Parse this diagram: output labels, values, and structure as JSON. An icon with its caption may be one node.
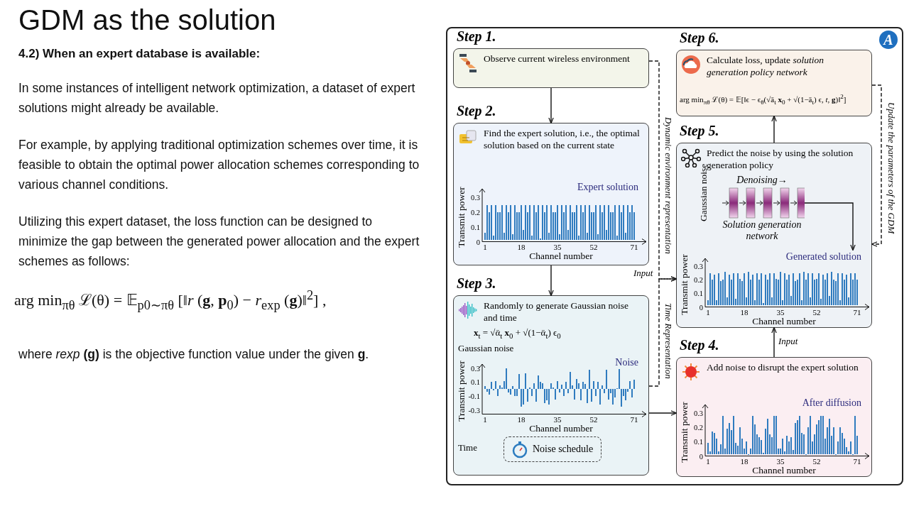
{
  "diagram": {
    "title": "GDM as the solution",
    "nodes": [
      {
        "text": [
          "Step 1.",
          "Observe current wireless environment"
        ]
      },
      {
        "text": [
          "Step 2.",
          "Find the expert solution, i.e., the optimal solution based on the current state"
        ]
      },
      {
        "text": [
          "Step 3.",
          "Randomly to generate Gaussian noise and time",
          "**x**$_{t}$ = √ᾱ$_{t}$ **x**$_{0}$ + √(1−ᾱ$_{t}$) ϵ$_{0}$",
          "Gaussian noise",
          "Time"
        ]
      },
      {
        "text": [
          "Noise schedule"
        ],
        "in": 2
      },
      {
        "text": [
          "Step 4.",
          "Add noise to disrupt the expert solution"
        ]
      },
      {
        "text": [
          "Step 5.",
          "Predict the noise by using the solution generation policy"
        ]
      },
      {
        "text": [
          "Denoising→",
          "Solution generation network"
        ],
        "beside": [
          "Gaussian noise"
        ],
        "in": 5
      },
      {
        "text": [
          "Step 6.",
          "Calculate loss, update *solution generation policy network*",
          "arg min$_{πθ}$ ℒ(θ) = 𝔼[‖ϵ − ϵ$_{θ}$(√ā$_{t}$ **x**$_{0}$ + √(1−ā$_{t}$) ϵ, *t*, **g**)‖$^{2}$]"
        ]
      }
    ],
    "edges": [
      {
        "from": 0,
        "to": 1,
        "arrow": "to"
      },
      {
        "from": 1,
        "to": 2,
        "arrow": "to"
      },
      {
        "from": 0,
        "to": 5,
        "arrow": "to",
        "style": "dashed",
        "label": "Dynamic environment representation"
      },
      {
        "from": 2,
        "to": 5,
        "arrow": "to",
        "style": "dashed",
        "label": "Time Representation"
      },
      {
        "from": 2,
        "to": 4,
        "arrow": "to"
      },
      {
        "from": 4,
        "to": 5,
        "arrow": "to",
        "label": "Input"
      },
      {
        "from": 5,
        "to": 7,
        "arrow": "to"
      },
      {
        "from": 7,
        "to": 5,
        "arrow": "to",
        "style": "dashed",
        "label": "Update the parameters of the GDM"
      },
      {
        "from": 6,
        "to": null,
        "arrow": "to"
      }
    ],
    "labels": [
      "4.2) When an expert database is available:",
      "In some instances of intelligent network optimization, a dataset of expert solutions might already be available.",
      "For example, by applying traditional optimization schemes over time, it is feasible to obtain the optimal power allocation schemes corresponding to various channel conditions.",
      "Utilizing this expert dataset, the loss function can be designed to minimize the gap between the generated power allocation and the expert schemes as follows:",
      "arg min$_{πθ}$ ℒ(θ) = 𝔼$_{p0∼πθ}$ [‖*r* (**g**, **p**$_{0}$) − *r*$_{exp}$ (**g**)‖$^{2}$] ,",
      "where *rexp* **(g)** is the objective function value under the given **g**.",
      "A",
      "Input"
    ],
    "chart_data": [
      {
        "type": "bar",
        "title": "Expert solution",
        "xlabel": "Channel number",
        "ylabel": "Transmit power",
        "ylim": [
          0,
          0.36
        ],
        "yticks": [
          0,
          0.1,
          0.2,
          0.3
        ],
        "categories": [
          "1",
          null,
          null,
          null,
          null,
          null,
          null,
          null,
          null,
          null,
          null,
          null,
          null,
          null,
          null,
          null,
          null,
          "18",
          null,
          null,
          null,
          null,
          null,
          null,
          null,
          null,
          null,
          null,
          null,
          null,
          null,
          null,
          null,
          null,
          "35",
          null,
          null,
          null,
          null,
          null,
          null,
          null,
          null,
          null,
          null,
          null,
          null,
          null,
          null,
          null,
          null,
          "52",
          null,
          null,
          null,
          null,
          null,
          null,
          null,
          null,
          null,
          null,
          null,
          null,
          null,
          null,
          null,
          null,
          null,
          null,
          "71"
        ],
        "values": [
          0.06,
          0.25,
          0.2,
          0.25,
          0.04,
          0.25,
          0.2,
          0.2,
          0.25,
          0.06,
          0.25,
          0.2,
          0.25,
          0.05,
          0.25,
          0.2,
          0.2,
          0.25,
          0.08,
          0.25,
          0.2,
          0.25,
          0.04,
          0.25,
          0.2,
          0.25,
          0.02,
          0.25,
          0.2,
          0.25,
          0.06,
          0.25,
          0.2,
          0.2,
          0.25,
          0.05,
          0.25,
          0.2,
          0.25,
          0.08,
          0.25,
          0.2,
          0.2,
          0.25,
          0.04,
          0.25,
          0.2,
          0.25,
          0.06,
          0.25,
          0.2,
          0.2,
          0.25,
          0.05,
          0.25,
          0.2,
          0.25,
          0.08,
          0.25,
          0.2,
          0.2,
          0.25,
          0.04,
          0.25,
          0.2,
          0.25,
          0.06,
          0.25,
          0.2,
          0.25,
          0.2
        ]
      },
      {
        "type": "bar",
        "title": "Noise",
        "xlabel": "Channel number",
        "ylabel": "Transmit power",
        "ylim": [
          -0.36,
          0.36
        ],
        "yticks": [
          -0.3,
          -0.1,
          0.1,
          0.3
        ],
        "categories": [
          "1",
          null,
          null,
          null,
          null,
          null,
          null,
          null,
          null,
          null,
          null,
          null,
          null,
          null,
          null,
          null,
          null,
          "18",
          null,
          null,
          null,
          null,
          null,
          null,
          null,
          null,
          null,
          null,
          null,
          null,
          null,
          null,
          null,
          null,
          "35",
          null,
          null,
          null,
          null,
          null,
          null,
          null,
          null,
          null,
          null,
          null,
          null,
          null,
          null,
          null,
          null,
          "52",
          null,
          null,
          null,
          null,
          null,
          null,
          null,
          null,
          null,
          null,
          null,
          null,
          null,
          null,
          null,
          null,
          null,
          null,
          "71"
        ],
        "values": [
          0.04,
          -0.04,
          -0.08,
          0.1,
          -0.02,
          0.11,
          -0.1,
          0.05,
          0.02,
          0.11,
          0.3,
          -0.05,
          -0.08,
          0.04,
          -0.1,
          -0.1,
          0.22,
          -0.25,
          -0.22,
          0.23,
          -0.18,
          0.02,
          -0.1,
          0.08,
          -0.18,
          0.2,
          0.1,
          0.08,
          -0.2,
          -0.16,
          -0.22,
          0.08,
          0.02,
          -0.15,
          0.12,
          -0.05,
          0.06,
          -0.1,
          0.1,
          -0.06,
          0.25,
          0.05,
          -0.15,
          0.15,
          0.08,
          -0.16,
          0.1,
          0.07,
          -0.2,
          0.28,
          -0.18,
          0.12,
          -0.1,
          0.1,
          -0.22,
          0.05,
          -0.06,
          0.28,
          -0.15,
          -0.06,
          -0.22,
          -0.12,
          0.01,
          0.29,
          -0.25,
          -0.1,
          -0.16,
          -0.04,
          0.12,
          -0.12,
          0.14
        ]
      },
      {
        "type": "bar",
        "title": "After diffusion",
        "xlabel": "Channel number",
        "ylabel": "Transmit power",
        "ylim": [
          0,
          0.36
        ],
        "yticks": [
          0,
          0.1,
          0.2,
          0.3
        ],
        "categories": [
          "1",
          null,
          null,
          null,
          null,
          null,
          null,
          null,
          null,
          null,
          null,
          null,
          null,
          null,
          null,
          null,
          null,
          "18",
          null,
          null,
          null,
          null,
          null,
          null,
          null,
          null,
          null,
          null,
          null,
          null,
          null,
          null,
          null,
          null,
          "35",
          null,
          null,
          null,
          null,
          null,
          null,
          null,
          null,
          null,
          null,
          null,
          null,
          null,
          null,
          null,
          null,
          "52",
          null,
          null,
          null,
          null,
          null,
          null,
          null,
          null,
          null,
          null,
          null,
          null,
          null,
          null,
          null,
          null,
          null,
          null,
          "71"
        ],
        "values": [
          0.09,
          0.03,
          0.17,
          0.16,
          0.12,
          0.03,
          0.08,
          0.28,
          0.05,
          0.19,
          0.23,
          0.18,
          0.28,
          0.09,
          0.07,
          0.2,
          0.12,
          0.05,
          0.1,
          0.01,
          0.05,
          0.28,
          0.22,
          0.15,
          0.13,
          0.11,
          0.02,
          0.19,
          0.26,
          0.15,
          0.13,
          0.28,
          0.28,
          0.05,
          0.05,
          0.12,
          0.03,
          0.14,
          0.1,
          0.13,
          0.04,
          0.23,
          0.25,
          0.28,
          0.16,
          0.15,
          0.01,
          0.2,
          0.28,
          0.1,
          0.15,
          0.22,
          0.25,
          0.28,
          0.28,
          0.12,
          0.2,
          0.26,
          0.14,
          0.2,
          0.01,
          0.1,
          0.2,
          0.16,
          0.12,
          0.06,
          0.03,
          0.1,
          0.01,
          0.28,
          0.14
        ]
      },
      {
        "type": "bar",
        "title": "Generated solution",
        "xlabel": "Channel number",
        "ylabel": "Transmit power",
        "ylim": [
          0,
          0.36
        ],
        "yticks": [
          0,
          0.1,
          0.2,
          0.3
        ],
        "categories": [
          "1",
          null,
          null,
          null,
          null,
          null,
          null,
          null,
          null,
          null,
          null,
          null,
          null,
          null,
          null,
          null,
          null,
          "18",
          null,
          null,
          null,
          null,
          null,
          null,
          null,
          null,
          null,
          null,
          null,
          null,
          null,
          null,
          null,
          null,
          "35",
          null,
          null,
          null,
          null,
          null,
          null,
          null,
          null,
          null,
          null,
          null,
          null,
          null,
          null,
          null,
          null,
          "52",
          null,
          null,
          null,
          null,
          null,
          null,
          null,
          null,
          null,
          null,
          null,
          null,
          null,
          null,
          null,
          null,
          null,
          null,
          "71"
        ],
        "values": [
          0.05,
          0.25,
          0.2,
          0.24,
          0.05,
          0.25,
          0.19,
          0.2,
          0.26,
          0.07,
          0.24,
          0.2,
          0.25,
          0.06,
          0.25,
          0.21,
          0.19,
          0.25,
          0.07,
          0.26,
          0.2,
          0.24,
          0.05,
          0.25,
          0.2,
          0.25,
          0.03,
          0.24,
          0.2,
          0.25,
          0.07,
          0.25,
          0.21,
          0.2,
          0.26,
          0.05,
          0.25,
          0.2,
          0.24,
          0.08,
          0.25,
          0.19,
          0.2,
          0.25,
          0.05,
          0.26,
          0.2,
          0.25,
          0.07,
          0.25,
          0.2,
          0.21,
          0.25,
          0.06,
          0.24,
          0.2,
          0.25,
          0.08,
          0.26,
          0.2,
          0.19,
          0.25,
          0.05,
          0.25,
          0.2,
          0.24,
          0.07,
          0.25,
          0.2,
          0.25,
          0.2
        ]
      }
    ]
  }
}
